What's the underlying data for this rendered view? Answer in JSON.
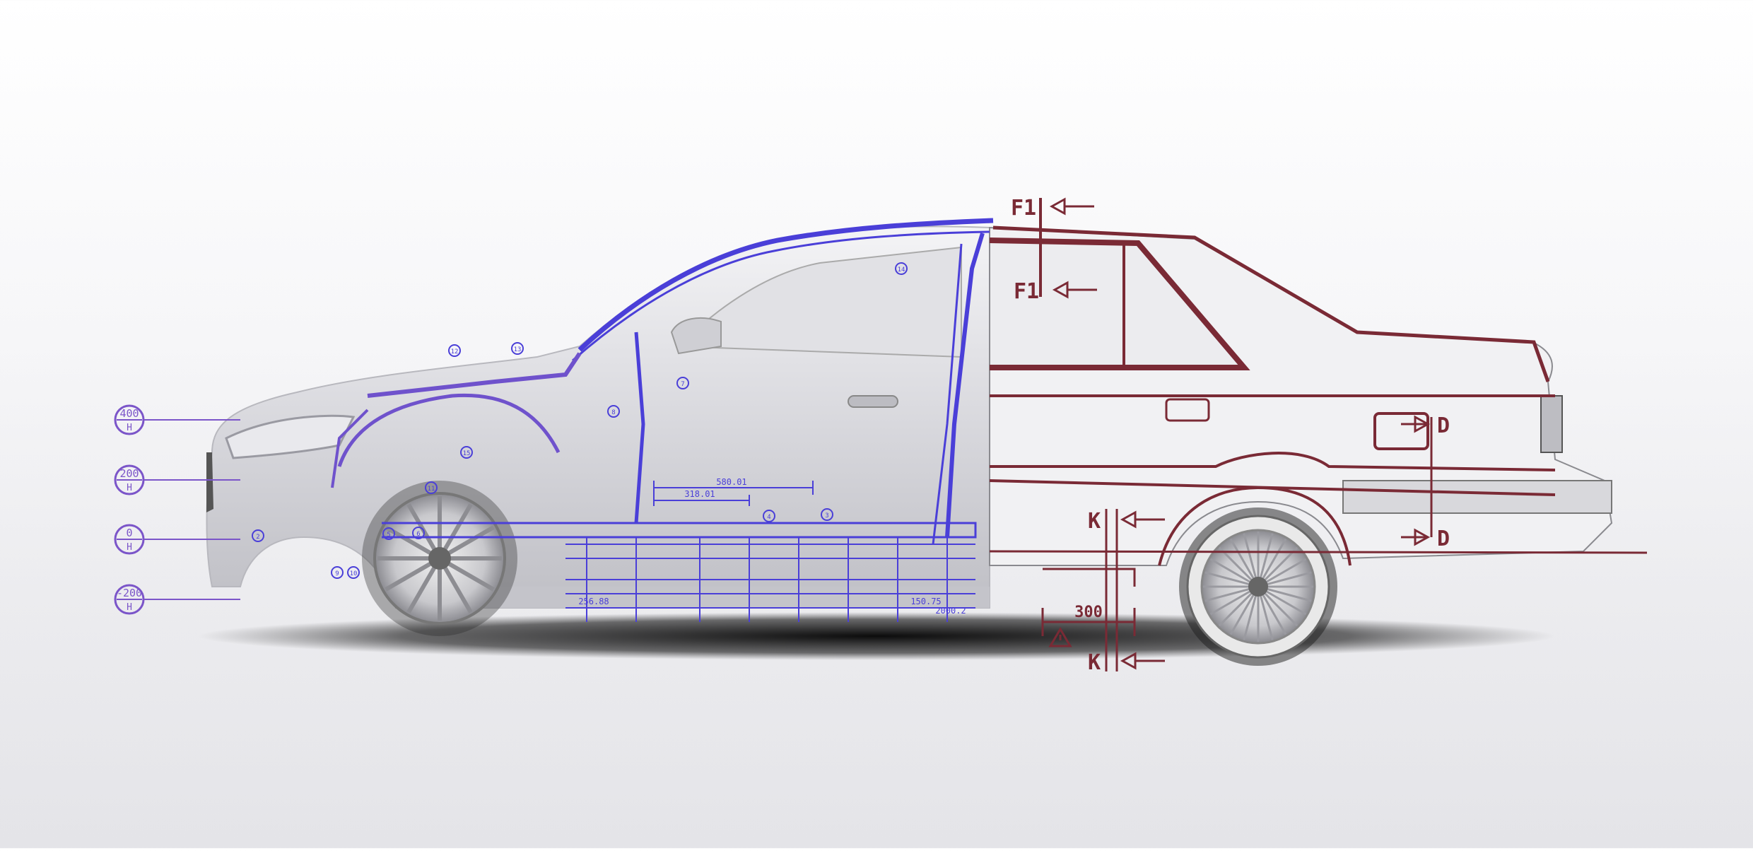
{
  "colors": {
    "background": "#f2f2f4",
    "blueprint_blue": "#4a3fd8",
    "blueprint_purple": "#7b55c9",
    "drawing_maroon": "#7a2a35",
    "car_silver": "#d8d8dc",
    "shadow": "#111111"
  },
  "height_scale": {
    "unit": "H",
    "marks": [
      "400",
      "200",
      "0",
      "-200"
    ]
  },
  "front_drawing": {
    "dimensions": [
      "580.01",
      "318.01",
      "256.88",
      "150.75",
      "2000.2"
    ],
    "callouts": [
      "14",
      "12",
      "13",
      "7",
      "8",
      "15",
      "11",
      "4",
      "3",
      "2",
      "6",
      "5",
      "9",
      "10"
    ]
  },
  "rear_drawing": {
    "section_markers": [
      "F1",
      "F1",
      "K",
      "K",
      "D",
      "D"
    ],
    "dimension": "300",
    "warning_symbol": "warning-triangle-icon"
  }
}
